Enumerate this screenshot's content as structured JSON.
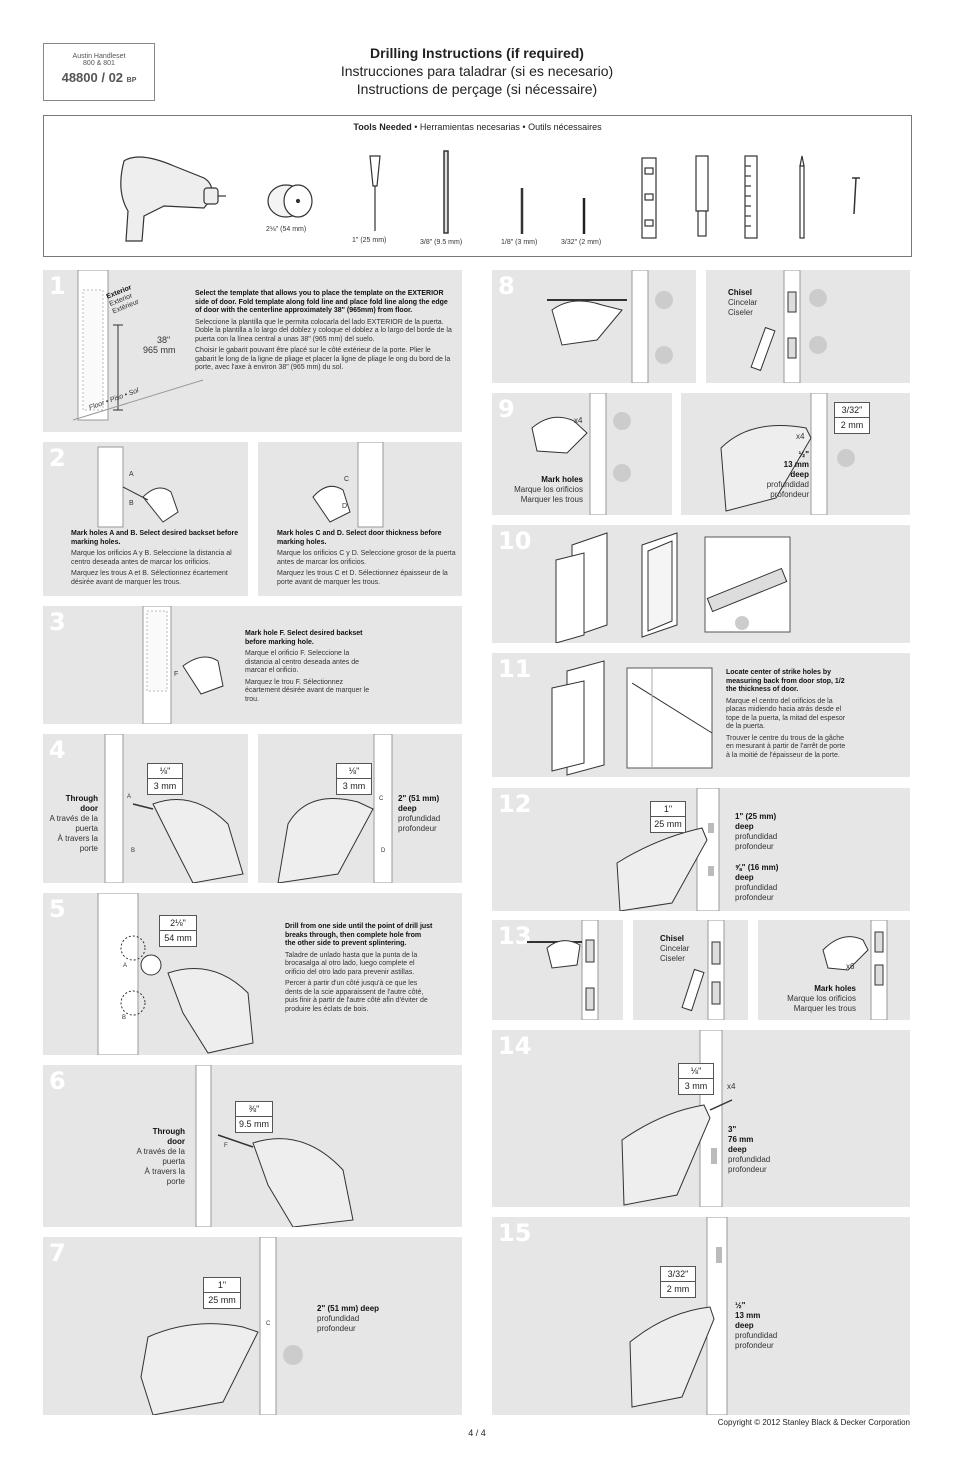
{
  "product": {
    "name": "Austin Handleset",
    "models": "800 & 801",
    "code": "48800 / 02",
    "finish": "BP"
  },
  "titles": [
    "Drilling Instructions (if required)",
    "Instrucciones para taladrar (si es necesario)",
    "Instructions de perçage (si nécessaire)"
  ],
  "tools": {
    "header_bold": "Tools Needed",
    "header_rest": " • Herramientas necesarias • Outils nécessaires",
    "labels": [
      "2⅛\" (54 mm)",
      "1\" (25 mm)",
      "3/8\" (9.5 mm)",
      "1/8\" (3 mm)",
      "3/32\" (2 mm)"
    ]
  },
  "steps": {
    "s1": {
      "num": "1",
      "labels": [
        "Exterior",
        "Exterior",
        "Extérieur",
        "38\"",
        "965 mm",
        "Floor • Piso • Sol"
      ],
      "en": "Select the template that allows you to place the template on the EXTERIOR side of door. Fold template along fold line and place fold line along the edge of door with the centerline approximately 38\" (965mm) from floor.",
      "es": "Seleccione la plantilla que le permita colocarla del lado EXTERIOR de la puerta. Doble la plantilla a lo largo del doblez y coloque el doblez a lo largo del borde de la puerta con la línea central a unas 38\" (965 mm) del suelo.",
      "fr": "Choisir le gabarit pouvant être placé sur le côté extérieur de la porte. Plier le gabarit le long de la ligne de pliage et placer la ligne de pliage le ong du bord de la porte, avec l'axe  à environ 38\" (965 mm) du sol."
    },
    "s2a": {
      "num": "2",
      "letters": [
        "A",
        "B"
      ],
      "en": "Mark holes A and B. Select desired backset before marking holes.",
      "es": "Marque los orificios A y B. Seleccione la distancia al centro deseada antes de marcar los orificios.",
      "fr": "Marquez les trous A et B. Sélectionnez écartement désirée avant de marquer les trous."
    },
    "s2b": {
      "letters": [
        "C",
        "D"
      ],
      "en": "Mark holes C and D. Select door thickness before marking holes.",
      "es": "Marque los orificios C y D. Seleccione grosor de la puerta antes de marcar los orificios.",
      "fr": "Marquez les trous C et D. Sélectionnez épaisseur de la porte avant de marquer les trous."
    },
    "s3": {
      "num": "3",
      "letters": [
        "F"
      ],
      "en": "Mark hole F. Select desired backset before marking hole.",
      "es": "Marque el orificio F. Seleccione la distancia al centro deseada antes de marcar el orificio.",
      "fr": "Marquez le trou F. Sélectionnez écartement désirée avant de marquer le trou."
    },
    "s4a": {
      "num": "4",
      "size_in": "⅛\"",
      "size_mm": "3 mm",
      "through": "Through door",
      "es": "A través de la puerta",
      "fr": "À travers la porte",
      "letters": [
        "A",
        "B"
      ]
    },
    "s4b": {
      "size_in": "⅛\"",
      "size_mm": "3 mm",
      "depth": "2\" (51 mm) deep",
      "es": "profundidad",
      "fr": "profondeur",
      "letters": [
        "C",
        "D"
      ]
    },
    "s5": {
      "num": "5",
      "size_in": "2⅛\"",
      "size_mm": "54 mm",
      "letters": [
        "A",
        "B"
      ],
      "en": "Drill from one side until the point of drill just breaks through, then complete hole from the other side to prevent splintering.",
      "es": "Taladre de unlado hasta que la punta de la brocasalga al otro lado, luego complete el orificio del otro lado para prevenir astillas.",
      "fr": "Percer à partir d'un côté jusqu'à ce que les dents de la scie apparaissent de l'autre côté, puis finir à partir de l'autre côté afin d'éviter de produire les éclats de bois."
    },
    "s6": {
      "num": "6",
      "size_in": "⅜\"",
      "size_mm": "9.5 mm",
      "through": "Through door",
      "es": "A través de la puerta",
      "fr": "À travers la porte",
      "letters": [
        "F"
      ]
    },
    "s7": {
      "num": "7",
      "size_in": "1\"",
      "size_mm": "25 mm",
      "depth": "2\" (51 mm) deep",
      "es": "profundidad",
      "fr": "profondeur",
      "letters": [
        "C"
      ]
    },
    "s8": {
      "num": "8",
      "chisel": "Chisel",
      "es": "Cincelar",
      "fr": "Ciseler"
    },
    "s9": {
      "num": "9",
      "count": "x4",
      "mark": "Mark holes",
      "es": "Marque los orificios",
      "fr": "Marquer les trous",
      "size_in": "3/32\"",
      "size_mm": "2 mm",
      "count2": "x4",
      "depth1": "½\"",
      "depth2": "13 mm",
      "depth3": "deep",
      "d_es": "profundidad",
      "d_fr": "profondeur"
    },
    "s10": {
      "num": "10"
    },
    "s11": {
      "num": "11",
      "en": "Locate center of strike holes by measuring back from door stop, 1/2 the thickness of door.",
      "es": "Marque el centro del orificios de la placas midiendo hacia atrás desde el tope de la puerta, la mitad del espesor de la puerta.",
      "fr": "Trouver le centre du trous de la gâche en mesurant à partir de l'arrêt de porte à la moitié de l'épaisseur de la porte."
    },
    "s12": {
      "num": "12",
      "size_in": "1\"",
      "size_mm": "25 mm",
      "d1": "1\" (25 mm)",
      "d1b": "deep",
      "d1_es": "profundidad",
      "d1_fr": "profondeur",
      "d2": "⅝\" (16 mm)",
      "d2b": "deep",
      "d2_es": "profundidad",
      "d2_fr": "profondeur"
    },
    "s13": {
      "num": "13",
      "chisel": "Chisel",
      "es": "Cincelar",
      "fr": "Ciseler",
      "count": "x6",
      "mark": "Mark holes",
      "m_es": "Marque los orificios",
      "m_fr": "Marquer les trous"
    },
    "s14": {
      "num": "14",
      "size_in": "⅛\"",
      "size_mm": "3 mm",
      "count": "x4",
      "d1": "3\"",
      "d2": "76 mm",
      "d3": "deep",
      "es": "profundidad",
      "fr": "profondeur"
    },
    "s15": {
      "num": "15",
      "size_in": "3/32\"",
      "size_mm": "2 mm",
      "d1": "½\"",
      "d2": "13 mm",
      "d3": "deep",
      "es": "profundidad",
      "fr": "profondeur"
    }
  },
  "footer": {
    "page": "4 / 4",
    "copyright": "Copyright © 2012 Stanley Black & Decker Corporation"
  }
}
